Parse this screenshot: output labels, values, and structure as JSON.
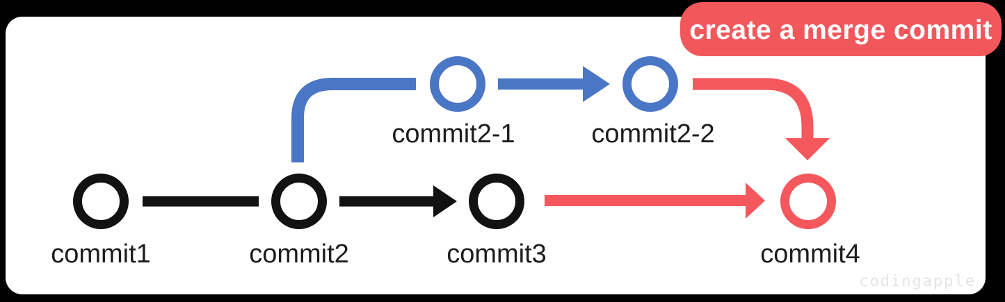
{
  "badge": {
    "label": "create a merge commit",
    "bg_color": "#f2575c",
    "text_color": "#ffffff"
  },
  "watermark": {
    "text": "codingapple",
    "color": "#e4e4e4"
  },
  "colors": {
    "background": "#000000",
    "card": "#ffffff",
    "main_branch": "#121212",
    "feature_branch": "#4a76c6",
    "merge": "#f4585c",
    "label_text": "#1c1c1c"
  },
  "nodes": [
    {
      "id": "commit1",
      "label": "commit1",
      "branch": "main"
    },
    {
      "id": "commit2",
      "label": "commit2",
      "branch": "main"
    },
    {
      "id": "commit3",
      "label": "commit3",
      "branch": "main"
    },
    {
      "id": "commit4",
      "label": "commit4",
      "branch": "merge-result"
    },
    {
      "id": "commit2-1",
      "label": "commit2-1",
      "branch": "feature"
    },
    {
      "id": "commit2-2",
      "label": "commit2-2",
      "branch": "feature"
    }
  ],
  "edges": [
    {
      "from": "commit1",
      "to": "commit2",
      "style": "line",
      "color": "main"
    },
    {
      "from": "commit2",
      "to": "commit3",
      "style": "arrow",
      "color": "main"
    },
    {
      "from": "commit3",
      "to": "commit4",
      "style": "arrow",
      "color": "merge"
    },
    {
      "from": "commit2",
      "to": "commit2-1",
      "style": "elbow-up",
      "color": "feature"
    },
    {
      "from": "commit2-1",
      "to": "commit2-2",
      "style": "arrow",
      "color": "feature"
    },
    {
      "from": "commit2-2",
      "to": "commit4",
      "style": "elbow-down-arrow",
      "color": "merge"
    }
  ]
}
